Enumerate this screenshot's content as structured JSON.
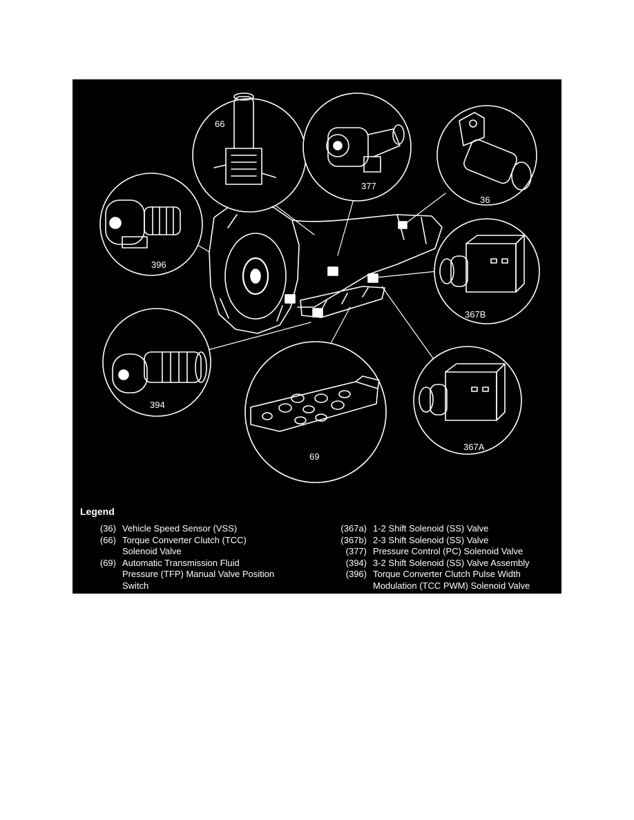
{
  "diagram": {
    "callouts": {
      "c66": "66",
      "c377": "377",
      "c36": "36",
      "c396": "396",
      "c367b": "367B",
      "c394": "394",
      "c367a": "367A",
      "c69": "69"
    },
    "colors": {
      "background": "#000000",
      "line": "#ffffff",
      "page": "#ffffff"
    }
  },
  "legend": {
    "title": "Legend",
    "left": [
      {
        "code": "(36)",
        "desc": "Vehicle Speed Sensor (VSS)"
      },
      {
        "code": "(66)",
        "desc": "Torque Converter Clutch (TCC)\nSolenoid Valve"
      },
      {
        "code": "(69)",
        "desc": "Automatic Transmission Fluid\nPressure (TFP) Manual Valve Position\nSwitch"
      }
    ],
    "right": [
      {
        "code": "(367a)",
        "desc": "1-2 Shift Solenoid (SS) Valve"
      },
      {
        "code": "(367b)",
        "desc": "2-3 Shift Solenoid (SS) Valve"
      },
      {
        "code": "(377)",
        "desc": "Pressure Control (PC) Solenoid Valve"
      },
      {
        "code": "(394)",
        "desc": "3-2 Shift Solenoid (SS) Valve Assembly"
      },
      {
        "code": "(396)",
        "desc": "Torque Converter Clutch Pulse Width\nModulation (TCC PWM) Solenoid Valve"
      }
    ]
  }
}
